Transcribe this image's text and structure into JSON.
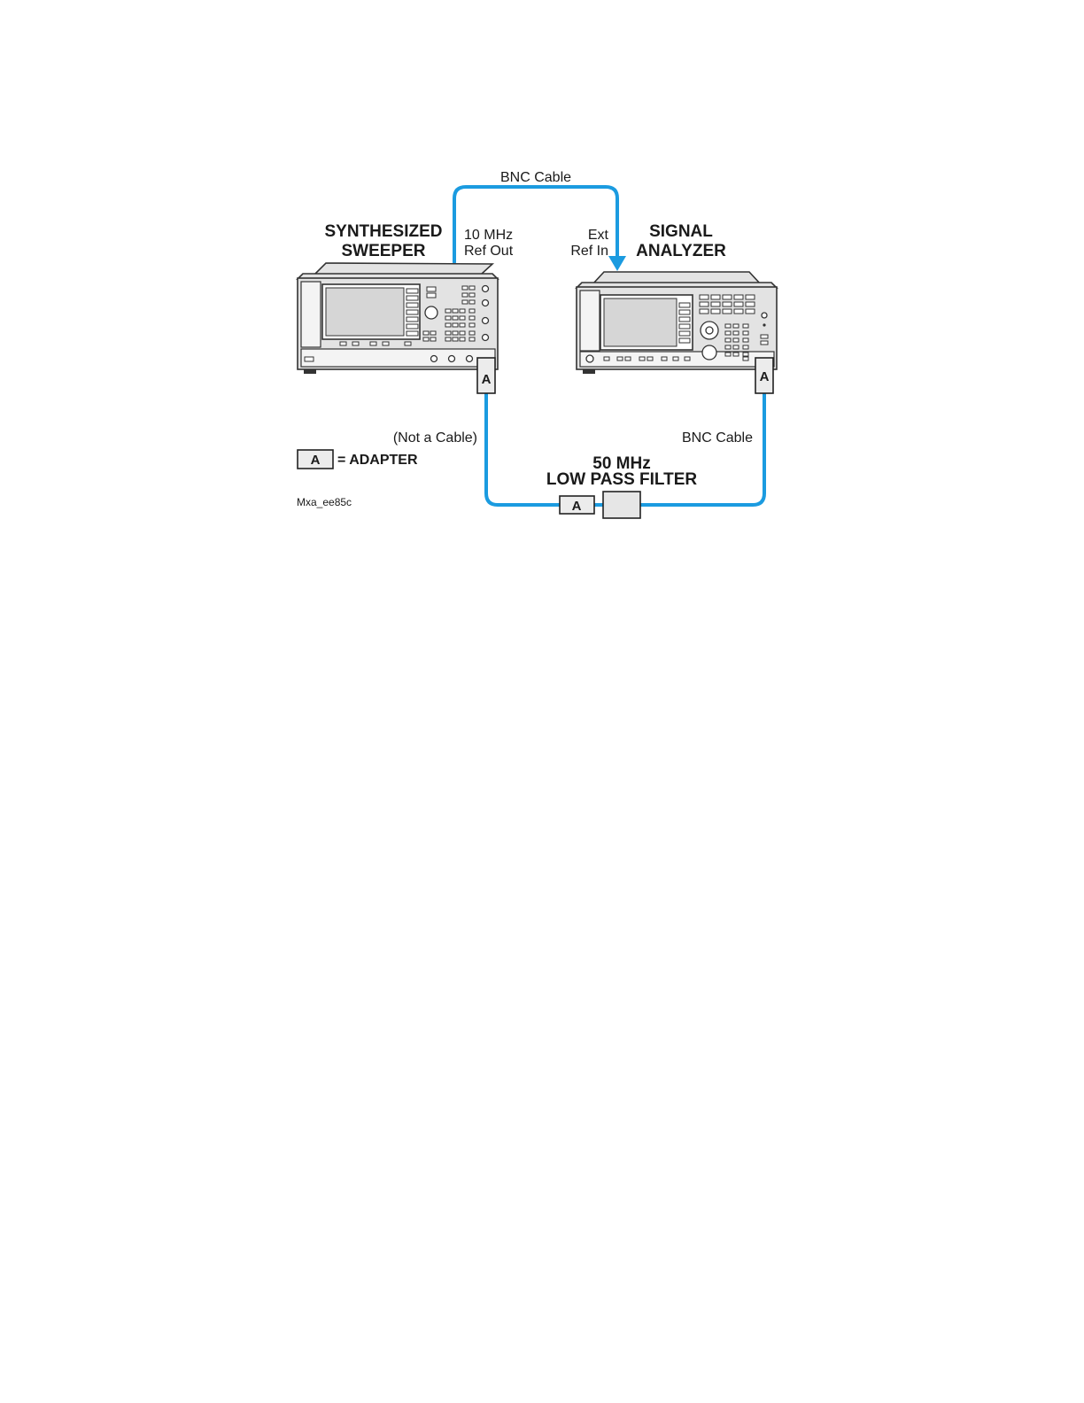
{
  "labels": {
    "top_cable": "BNC Cable",
    "sweeper_line1": "SYNTHESIZED",
    "sweeper_line2": "SWEEPER",
    "ref_out_line1": "10 MHz",
    "ref_out_line2": "Ref Out",
    "ext_ref_line1": "Ext",
    "ext_ref_line2": "Ref In",
    "analyzer_line1": "SIGNAL",
    "analyzer_line2": "ANALYZER",
    "not_a_cable": "(Not a Cable)",
    "bottom_cable": "BNC Cable",
    "filter_line1": "50 MHz",
    "filter_line2": "LOW PASS FILTER",
    "legend_text": "= ADAPTER",
    "adapter_letter": "A",
    "figure_id": "Mxa_ee85c"
  },
  "colors": {
    "cable": "#1b9be0",
    "instrument_body": "#e3e3e3",
    "outline": "#333333"
  }
}
